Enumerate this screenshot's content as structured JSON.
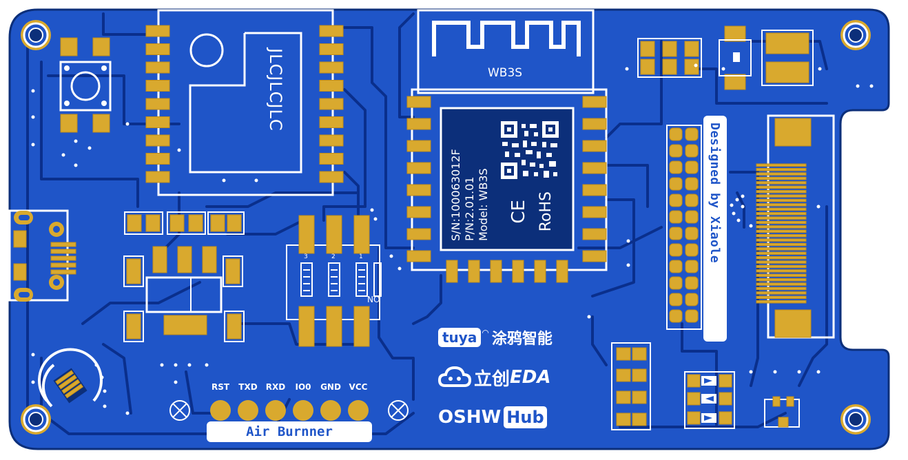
{
  "board": {
    "colors": {
      "board": "#1f55c8",
      "trace": "#0a2f8c",
      "pad": "#d9a92e",
      "silk": "#ffffff"
    },
    "module_marking": "JLCJLCJLC",
    "wifi_module": {
      "name": "WB3S",
      "model": "Model: WB3S",
      "pn": "P/N:2.01.01",
      "sn": "S/N:100063012F",
      "ce": "CE",
      "rohs": "RoHS"
    },
    "header_pins": [
      "RST",
      "TXD",
      "RXD",
      "IO0",
      "GND",
      "VCC"
    ],
    "relay_numbers": [
      "3",
      "2",
      "1"
    ],
    "relay_marking": "NO",
    "bottom_label": "Air Burnner",
    "designer_label": "Designed by Xiaole",
    "logos": {
      "tuya": "tuya",
      "tuya_cn": "涂鸦智能",
      "lceda_cn": "立创",
      "lceda": "EDA",
      "oshw": "OSHW",
      "hub": "Hub"
    }
  }
}
